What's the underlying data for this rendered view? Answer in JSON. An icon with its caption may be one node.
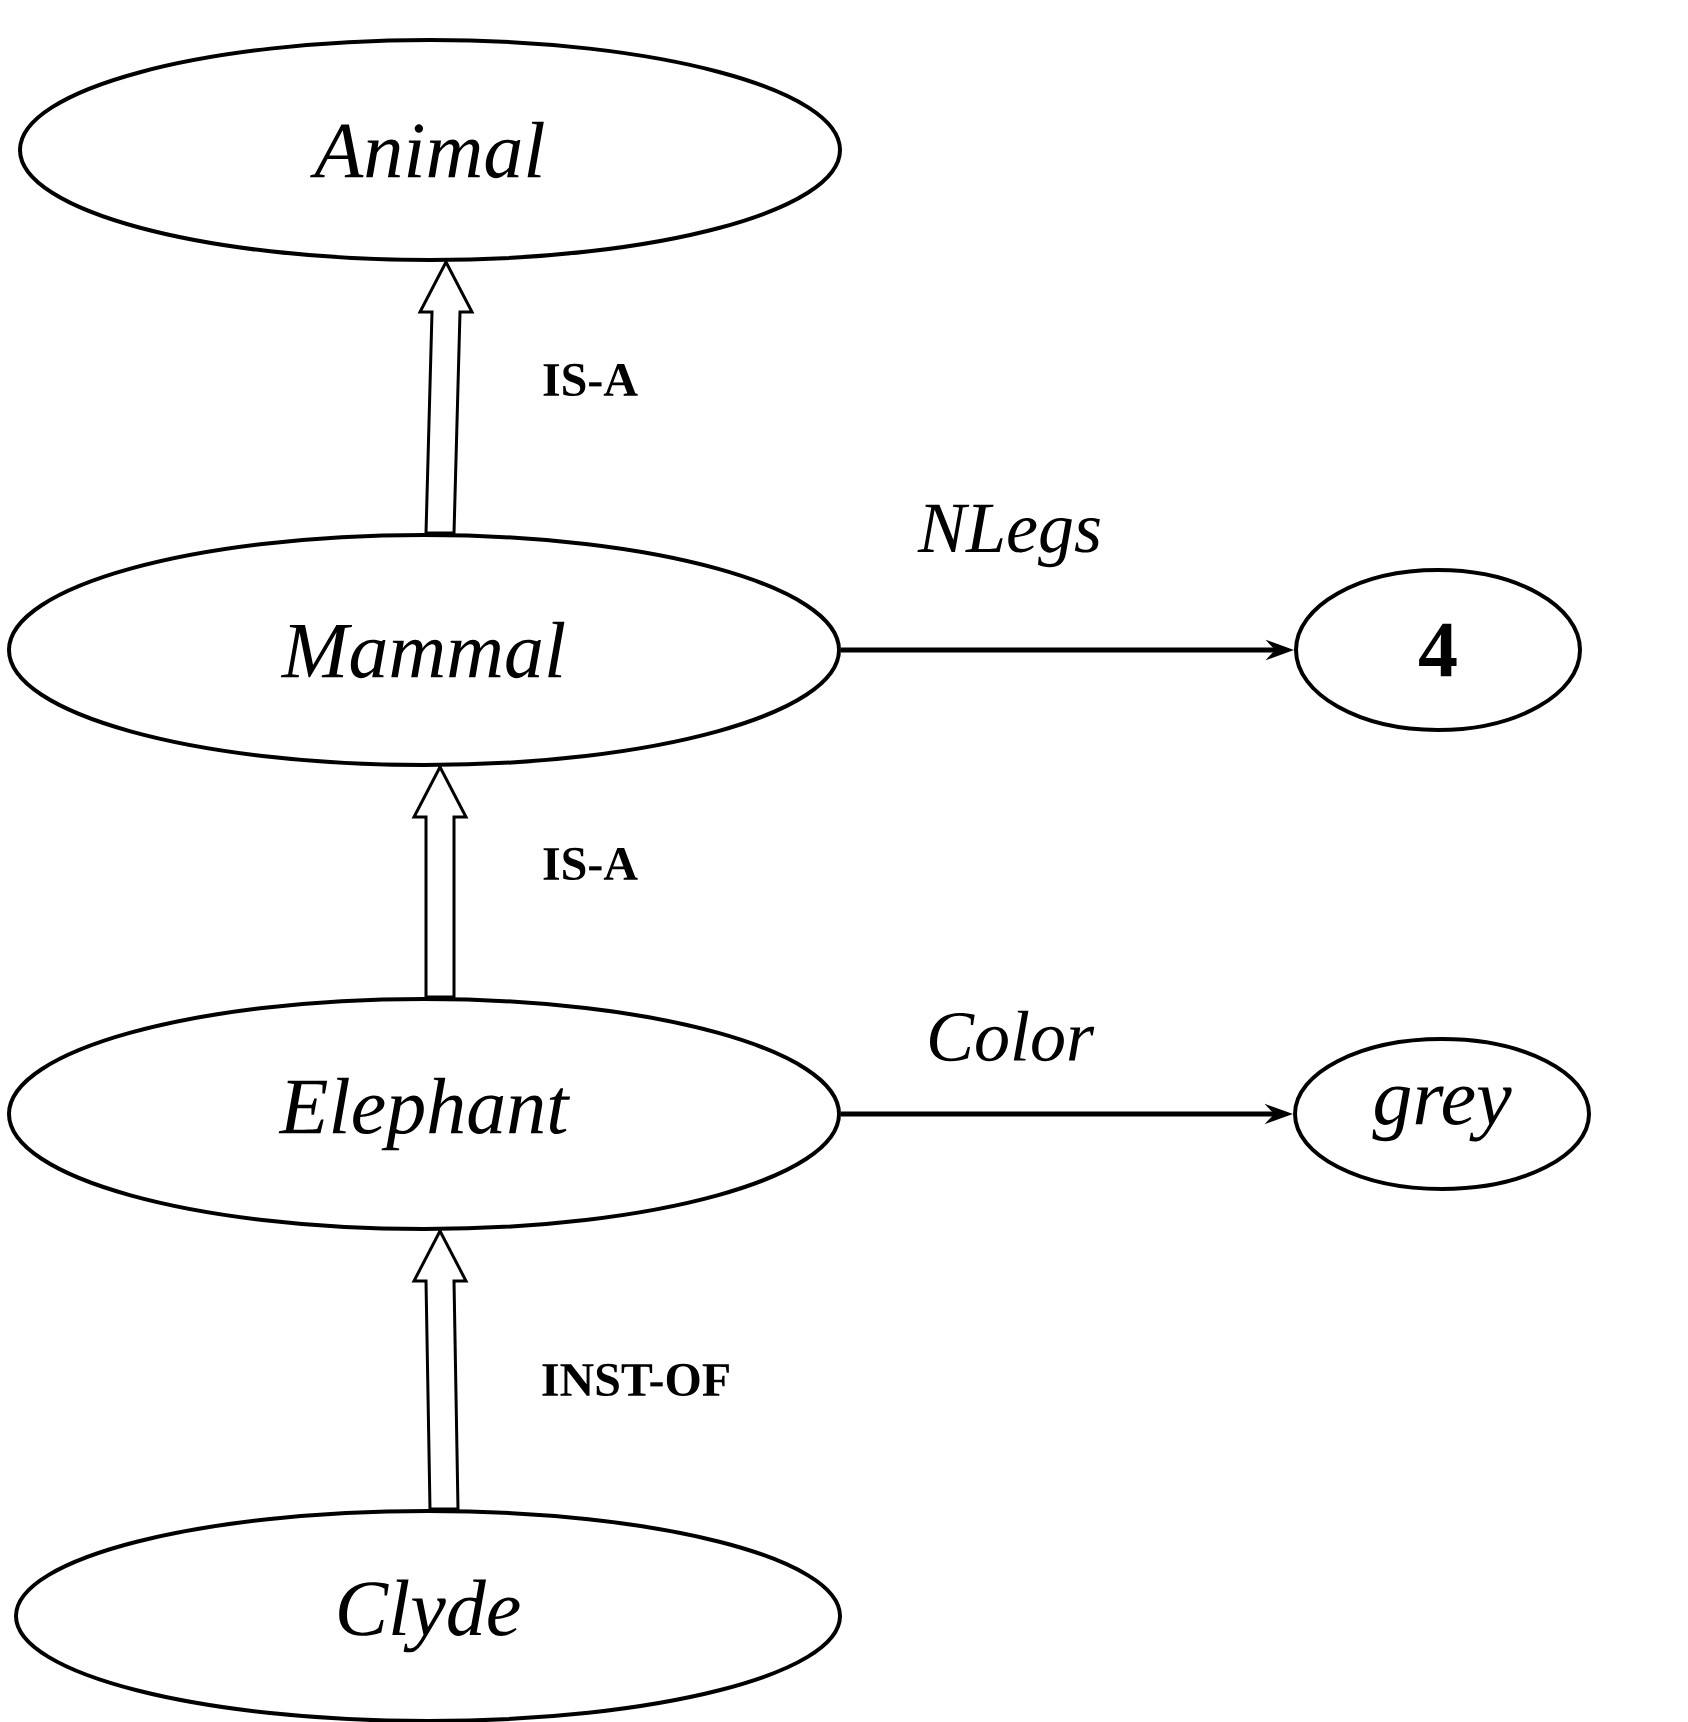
{
  "diagram": {
    "nodes": [
      {
        "text": [
          "Animal"
        ]
      },
      {
        "text": [
          "Mammal"
        ]
      },
      {
        "text": [
          "4"
        ]
      },
      {
        "text": [
          "Elephant"
        ]
      },
      {
        "text": [
          "grey"
        ]
      },
      {
        "text": [
          "Clyde"
        ]
      }
    ],
    "edges": [
      {
        "from": 1,
        "to": 0,
        "arrow": "to",
        "label": "IS-A"
      },
      {
        "from": 1,
        "to": 2,
        "arrow": "to",
        "label": "NLegs"
      },
      {
        "from": 3,
        "to": 1,
        "arrow": "to",
        "label": "IS-A"
      },
      {
        "from": 3,
        "to": 4,
        "arrow": "to",
        "label": "Color"
      },
      {
        "from": 5,
        "to": 3,
        "arrow": "to",
        "label": "INST-OF"
      }
    ]
  }
}
